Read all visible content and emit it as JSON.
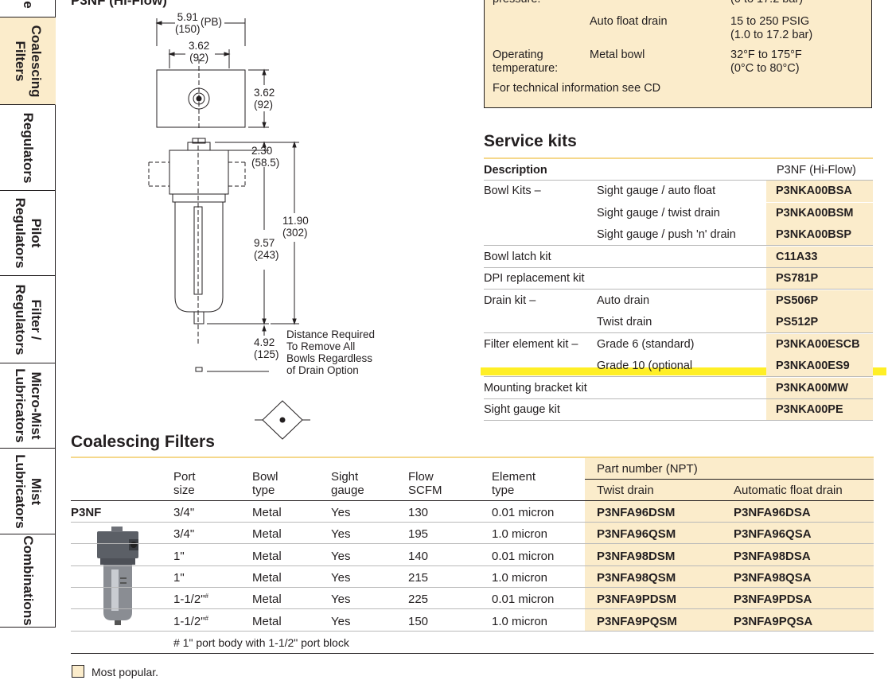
{
  "tabs": [
    {
      "label": "e"
    },
    {
      "label": "Coalescing\nFilters",
      "active": true
    },
    {
      "label": "Regulators"
    },
    {
      "label": "Pilot\nRegulators"
    },
    {
      "label": "Filter /\nRegulators"
    },
    {
      "label": "Micro-Mist\nLubricators"
    },
    {
      "label": "Mist\nLubricators"
    },
    {
      "label": "Combinations"
    }
  ],
  "drawing": {
    "title": "P3NF (Hi-Flow)",
    "dims": {
      "overall_width": "5.91\n(150)",
      "pb": "(PB)",
      "body_width": "3.62\n(92)",
      "body_height": "3.62\n(92)",
      "top_height": "2.30\n(58.5)",
      "total_height": "11.90\n(302)",
      "bowl_height": "9.57\n(243)",
      "removal": "4.92\n(125)",
      "removal_note": "Distance Required\nTo Remove All\nBowls Regardless\nof Drain Option"
    }
  },
  "specs": {
    "pressure_label": "pressure:",
    "pressure_metal_value": "(0 to 17.2 bar)",
    "auto_float_label": "Auto float drain",
    "auto_float_value": "15 to 250 PSIG\n(1.0 to 17.2 bar)",
    "temp_label": "Operating\ntemperature:",
    "temp_bowl": "Metal bowl",
    "temp_value": "32°F to 175°F\n(0°C to 80°C)",
    "note": "For technical information see CD"
  },
  "service_kits": {
    "title": "Service kits",
    "header": {
      "description": "Description",
      "model": "P3NF (Hi-Flow)"
    },
    "rows": [
      {
        "desc": "Bowl Kits –",
        "sub": "Sight gauge / auto float",
        "part": "P3NKA00BSA"
      },
      {
        "desc": "",
        "sub": "Sight gauge / twist drain",
        "part": "P3NKA00BSM"
      },
      {
        "desc": "",
        "sub": "Sight gauge / push 'n'  drain",
        "part": "P3NKA00BSP"
      },
      {
        "desc": "Bowl latch kit",
        "sub": "",
        "part": "C11A33"
      },
      {
        "desc": "DPI replacement kit",
        "sub": "",
        "part": "PS781P"
      },
      {
        "desc": "Drain kit –",
        "sub": "Auto drain",
        "part": "PS506P"
      },
      {
        "desc": "",
        "sub": "Twist drain",
        "part": "PS512P"
      },
      {
        "desc": "Filter element kit –",
        "sub": "Grade 6 (standard)",
        "part": "P3NKA00ESCB"
      },
      {
        "desc": "",
        "sub": "Grade 10 (optional",
        "part": "P3NKA00ES9"
      },
      {
        "desc": "Mounting bracket kit",
        "sub": "",
        "part": "P3NKA00MW"
      },
      {
        "desc": "Sight gauge kit",
        "sub": "",
        "part": "P3NKA00PE"
      }
    ]
  },
  "coalescing": {
    "title": "Coalescing Filters",
    "headers": {
      "port": "Port\nsize",
      "bowl": "Bowl\ntype",
      "sight": "Sight\ngauge",
      "flow": "Flow\nSCFM",
      "element": "Element\ntype",
      "part_number": "Part number (NPT)",
      "twist": "Twist drain",
      "auto": "Automatic float drain"
    },
    "model": "P3NF",
    "rows": [
      {
        "port": "3/4\"",
        "mark": "",
        "bowl": "Metal",
        "sight": "Yes",
        "flow": "130",
        "element": "0.01 micron",
        "twist": "P3NFA96DSM",
        "auto": "P3NFA96DSA"
      },
      {
        "port": "3/4\"",
        "mark": "",
        "bowl": "Metal",
        "sight": "Yes",
        "flow": "195",
        "element": "1.0 micron",
        "twist": "P3NFA96QSM",
        "auto": "P3NFA96QSA"
      },
      {
        "port": "1\"",
        "mark": "",
        "bowl": "Metal",
        "sight": "Yes",
        "flow": "140",
        "element": "0.01 micron",
        "twist": "P3NFA98DSM",
        "auto": "P3NFA98DSA"
      },
      {
        "port": "1\"",
        "mark": "",
        "bowl": "Metal",
        "sight": "Yes",
        "flow": "215",
        "element": "1.0 micron",
        "twist": "P3NFA98QSM",
        "auto": "P3NFA98QSA"
      },
      {
        "port": "1-1/2\"",
        "mark": "#",
        "bowl": "Metal",
        "sight": "Yes",
        "flow": "225",
        "element": "0.01 micron",
        "twist": "P3NFA9PDSM",
        "auto": "P3NFA9PDSA"
      },
      {
        "port": "1-1/2\"",
        "mark": "#",
        "bowl": "Metal",
        "sight": "Yes",
        "flow": "150",
        "element": "1.0 micron",
        "twist": "P3NFA9PQSM",
        "auto": "P3NFA9PQSA"
      }
    ],
    "footnote": "# 1\" port body with 1-1/2\" port block"
  },
  "legend": {
    "text": "Most popular."
  },
  "colors": {
    "highlight": "#fbeccb",
    "marker": "#ffec00",
    "ink": "#231f20"
  }
}
